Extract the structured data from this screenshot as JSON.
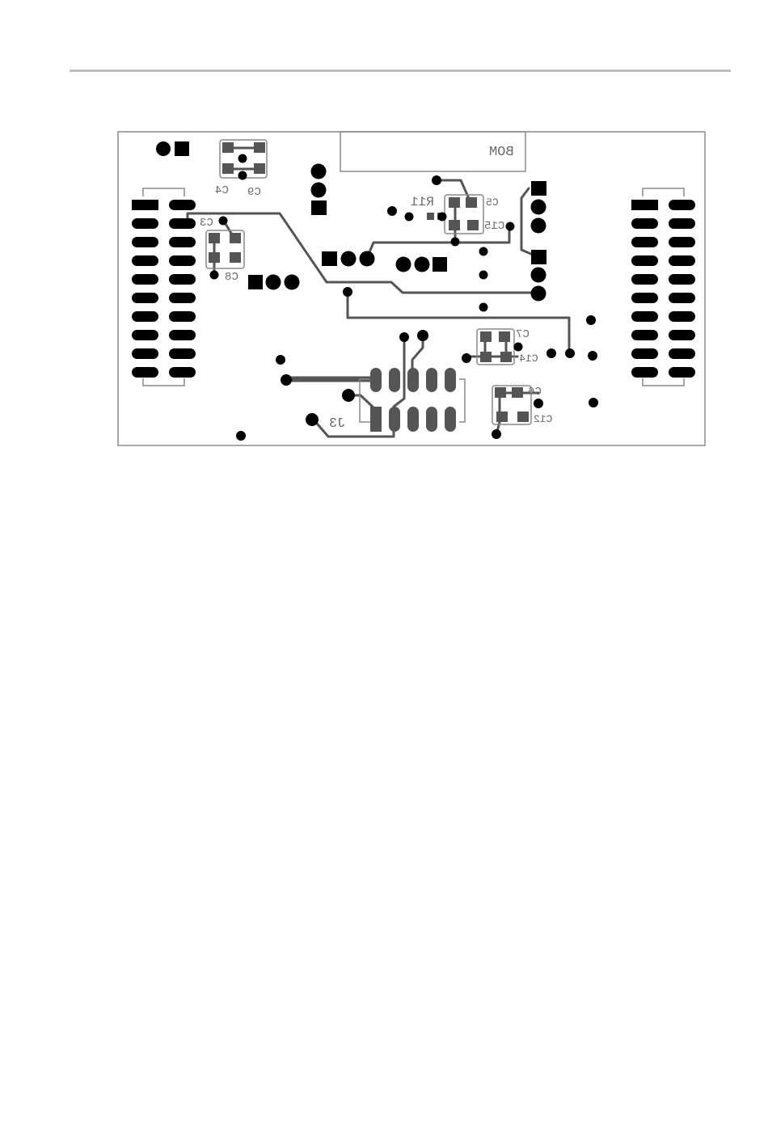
{
  "board": {
    "bom_label": "BOM",
    "components": {
      "c4": "C4",
      "c9": "C9",
      "c3": "C3",
      "c8": "C8",
      "r11": "R11",
      "c5": "C5",
      "c15": "C15",
      "c7": "C7",
      "c14": "C14",
      "c6": "C6",
      "c12": "C12",
      "j3": "J3"
    }
  },
  "colors": {
    "rule": "#bdbdbd",
    "board_outline": "#8a8a8a",
    "copper": "#000000",
    "trace": "#555555",
    "smd_pad": "#555555",
    "silkscreen": "#8a8a8a",
    "label": "#6a6a6a"
  }
}
